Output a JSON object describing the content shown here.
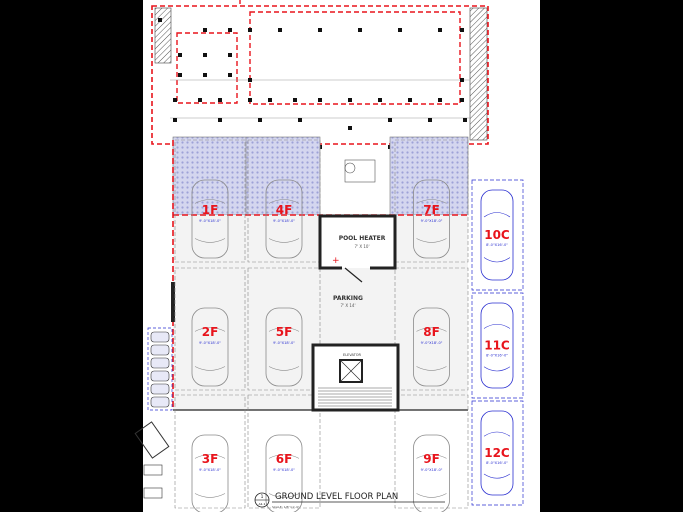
{
  "drawing": {
    "title": "GROUND LEVEL FLOOR PLAN",
    "detail_number": "1",
    "sheet_ref": "A1.1",
    "scale_note": "SCALE: 1/8\"=1'-0\"",
    "colors": {
      "stall_label": "#e8141c",
      "compact_stall": "#2a2fd0",
      "fire_line": "#e8141c",
      "hatch": "#b9bde6"
    }
  },
  "rooms": {
    "pool_heater": {
      "label": "POOL HEATER",
      "size": "7' X 10'"
    },
    "parking": {
      "label": "PARKING",
      "size": "7' X 14'"
    },
    "elevator": {
      "label": "ELEVATOR"
    }
  },
  "stalls_full": [
    {
      "label": "1F",
      "dim": "9'-0\"X18'-0\""
    },
    {
      "label": "2F",
      "dim": "9'-0\"X18'-0\""
    },
    {
      "label": "3F",
      "dim": "9'-0\"X18'-0\""
    },
    {
      "label": "4F",
      "dim": "9'-0\"X18'-0\""
    },
    {
      "label": "5F",
      "dim": "9'-0\"X18'-0\""
    },
    {
      "label": "6F",
      "dim": "9'-0\"X18'-0\""
    },
    {
      "label": "7F",
      "dim": "9'-0\"X18'-0\""
    },
    {
      "label": "8F",
      "dim": "9'-0\"X18'-0\""
    },
    {
      "label": "9F",
      "dim": "9'-0\"X18'-0\""
    }
  ],
  "stalls_compact": [
    {
      "label": "10C",
      "dim": "8'-0\"X16'-0\""
    },
    {
      "label": "11C",
      "dim": "8'-0\"X16'-0\""
    },
    {
      "label": "12C",
      "dim": "8'-0\"X16'-0\""
    }
  ]
}
